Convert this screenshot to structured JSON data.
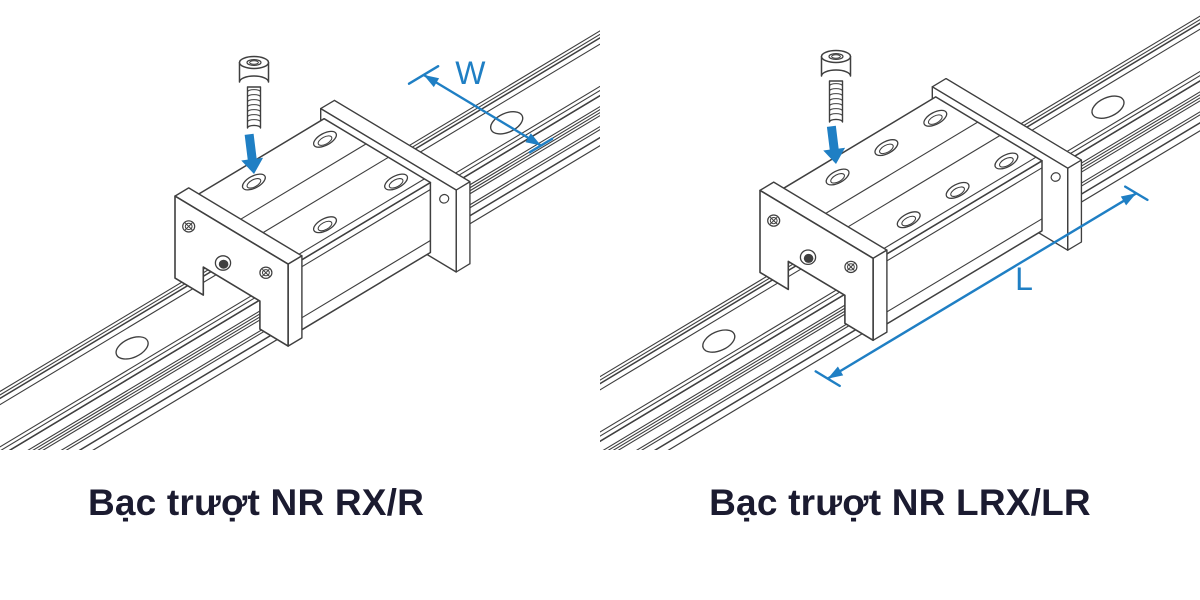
{
  "page": {
    "background": "#ffffff"
  },
  "colors": {
    "line": "#3f3f3f",
    "accent": "#1f7fc4",
    "caption": "#1b1b30"
  },
  "panels": [
    {
      "caption": "Bạc trượt NR RX/R",
      "dimension_label": "W",
      "top_hole_count": 4
    },
    {
      "caption": "Bạc trượt NR LRX/LR",
      "dimension_label": "L",
      "top_hole_count": 6
    }
  ],
  "icons": {
    "screw": "cap-screw-icon",
    "install_arrow": "down-arrow-icon",
    "rail_hole": "rail-bolt-hole",
    "block_hole": "block-thread-hole",
    "grease_port": "grease-port"
  }
}
